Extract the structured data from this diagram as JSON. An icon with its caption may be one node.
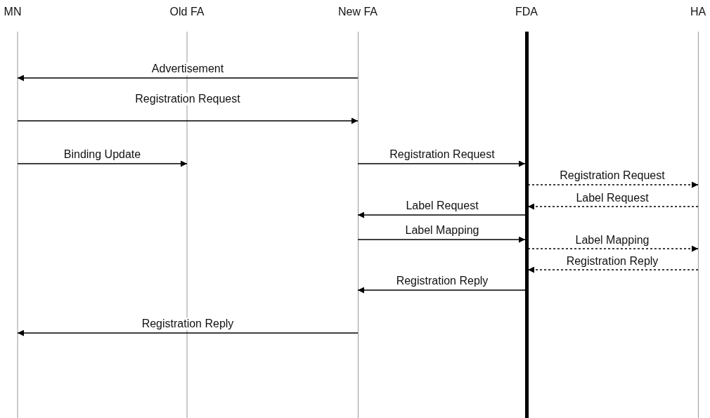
{
  "diagram": {
    "nodes": [
      {
        "text": [
          "MN"
        ]
      },
      {
        "text": [
          "Old FA"
        ]
      },
      {
        "text": [
          "New FA"
        ]
      },
      {
        "text": [
          "FDA"
        ]
      },
      {
        "text": [
          "HA"
        ]
      }
    ],
    "edges": [
      {
        "from": 2,
        "to": 0,
        "arrow": "to",
        "label": "Advertisement"
      },
      {
        "from": 0,
        "to": 2,
        "arrow": "to",
        "label": "Registration Request"
      },
      {
        "from": 0,
        "to": 1,
        "arrow": "to",
        "label": "Binding Update"
      },
      {
        "from": 2,
        "to": 3,
        "arrow": "to",
        "label": "Registration Request"
      },
      {
        "from": 3,
        "to": 4,
        "arrow": "to",
        "label": "Registration Request",
        "style": "dashed"
      },
      {
        "from": 4,
        "to": 3,
        "arrow": "to",
        "label": "Label Request",
        "style": "dashed"
      },
      {
        "from": 3,
        "to": 2,
        "arrow": "to",
        "label": "Label Request"
      },
      {
        "from": 2,
        "to": 3,
        "arrow": "to",
        "label": "Label Mapping"
      },
      {
        "from": 3,
        "to": 4,
        "arrow": "to",
        "label": "Label Mapping",
        "style": "dashed"
      },
      {
        "from": 4,
        "to": 3,
        "arrow": "to",
        "label": "Registration Reply",
        "style": "dashed"
      },
      {
        "from": 3,
        "to": 2,
        "arrow": "to",
        "label": "Registration Reply"
      },
      {
        "from": 2,
        "to": 0,
        "arrow": "to",
        "label": "Registration Reply"
      }
    ]
  }
}
